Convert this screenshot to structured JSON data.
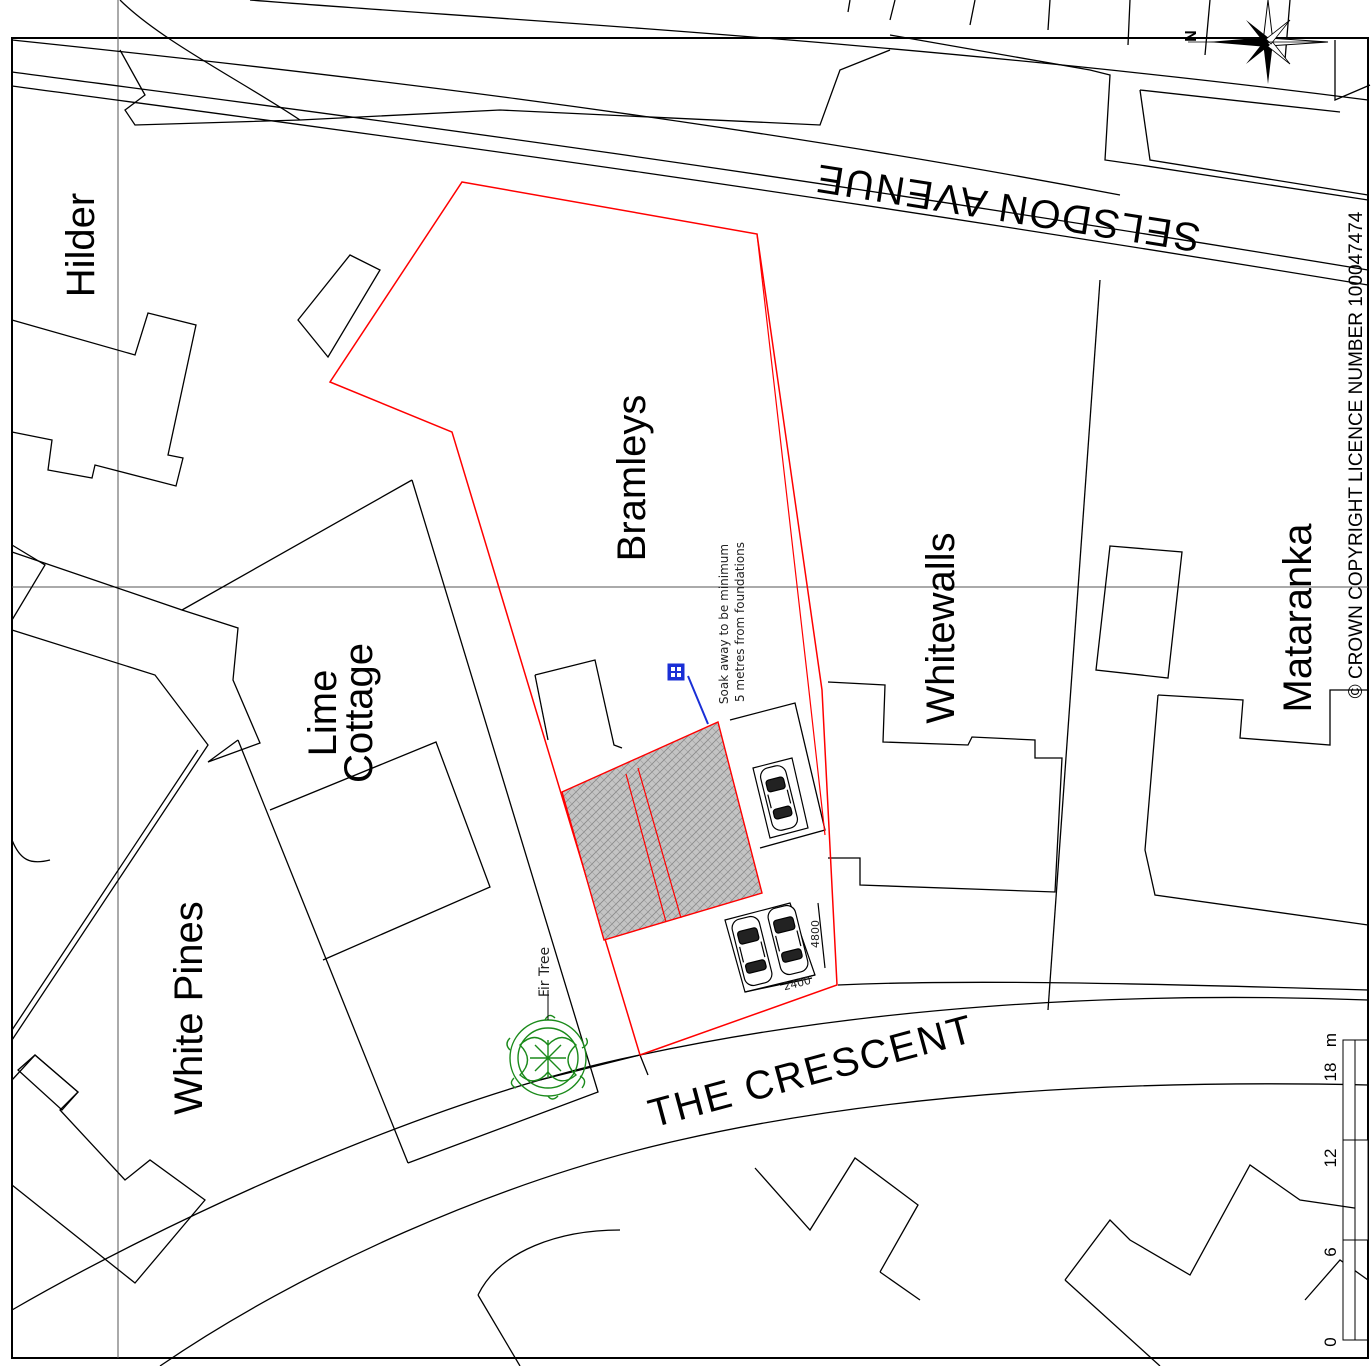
{
  "labels": {
    "hilder": "Hilder",
    "bramleys": "Bramleys",
    "whitewalls": "Whitewalls",
    "mataranka": "Mataranka",
    "lime_line1": "Lime",
    "lime_line2": "Cottage",
    "white_pines": "White Pines",
    "selsdon_avenue": "SELSDON AVENUE",
    "the_crescent": "THE CRESCENT",
    "fir_tree": "Fir Tree",
    "soakaway_line1": "Soak away to be minimum",
    "soakaway_line2": "5 metres from foundations",
    "dim_width": "2400",
    "dim_length": "4800",
    "copyright": "© CROWN COPYRIGHT LICENCE NUMBER 100047474",
    "north": "N"
  },
  "scale_bar": {
    "unit": "m",
    "ticks": [
      "0",
      "6",
      "12",
      "18"
    ]
  },
  "colors": {
    "boundary": "#ff0000",
    "drain": "#1a2fd6",
    "tree": "#1a8a1a",
    "building_fill": "#b8b8b8",
    "linework": "#000000"
  }
}
